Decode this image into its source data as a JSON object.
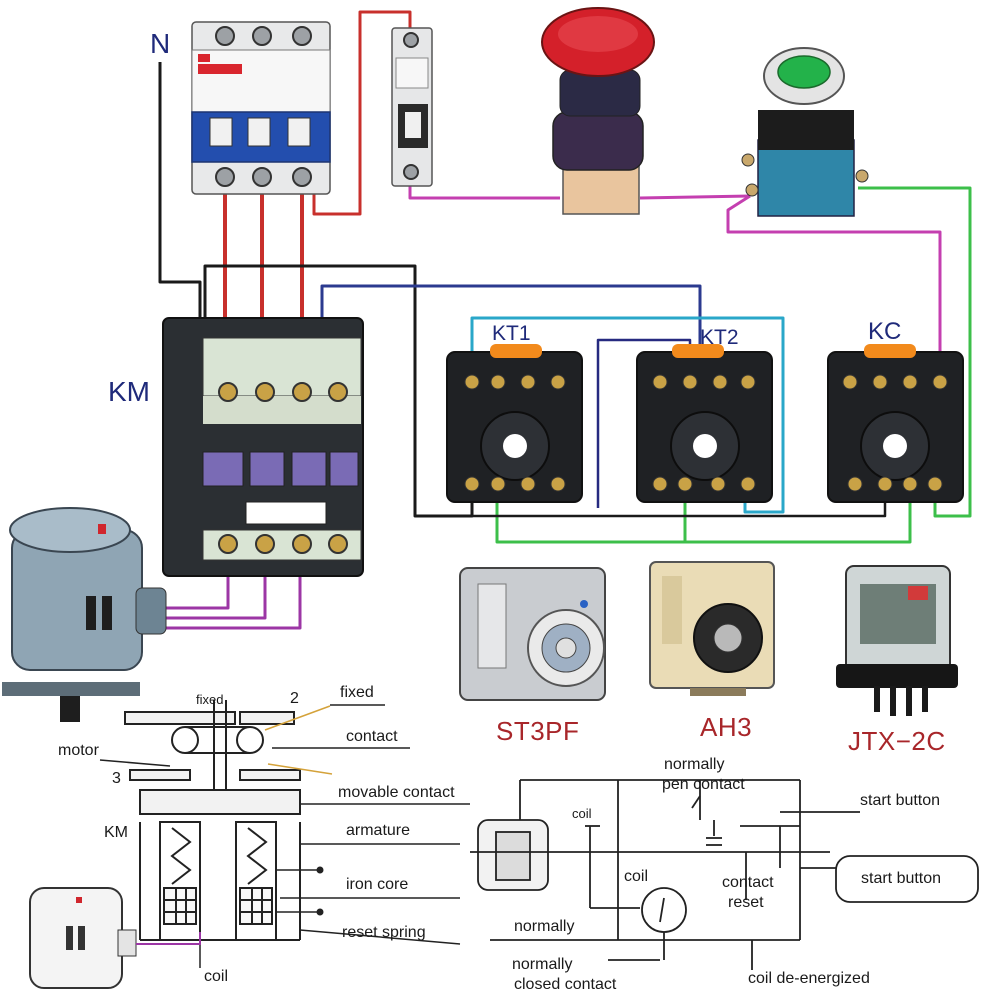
{
  "labels": {
    "neutral": "N",
    "contactor": "KM",
    "relay_1": "KT1",
    "relay_2": "KT2",
    "relay_3": "KC",
    "model_1": "ST3PF",
    "model_2": "AH3",
    "model_3": "JTX−2C"
  },
  "contactor_diagram": {
    "top_label": "fixed",
    "number_2": "2",
    "number_3": "3",
    "fixed": "fixed",
    "contact": "contact",
    "motor": "motor",
    "movable_contact": "movable contact",
    "km": "KM",
    "armature": "armature",
    "iron_core": "iron core",
    "reset_spring": "reset spring",
    "coil": "coil"
  },
  "circuit_diagram": {
    "normally_open_1": "normally",
    "normally_open_2": "pen contact",
    "coil_top": "coil",
    "coil_mid": "coil",
    "start_button_1": "start button",
    "start_button_2": "start button",
    "contact_reset_1": "contact",
    "contact_reset_2": "reset",
    "normally": "normally",
    "normally_closed_1": "normally",
    "normally_closed_2": "closed contact",
    "coil_deenergized": "coil de-energized"
  },
  "colors": {
    "wire_red": "#c8302c",
    "wire_black": "#1a1a1a",
    "wire_blue": "#2b3a8f",
    "wire_cyan": "#2aa7c9",
    "wire_purple": "#9c36a5",
    "wire_magenta": "#c43fb0",
    "wire_green": "#3cbf4a",
    "wire_navy": "#262a80",
    "label_blue": "#1f2a7a",
    "model_red": "#a8262a"
  }
}
